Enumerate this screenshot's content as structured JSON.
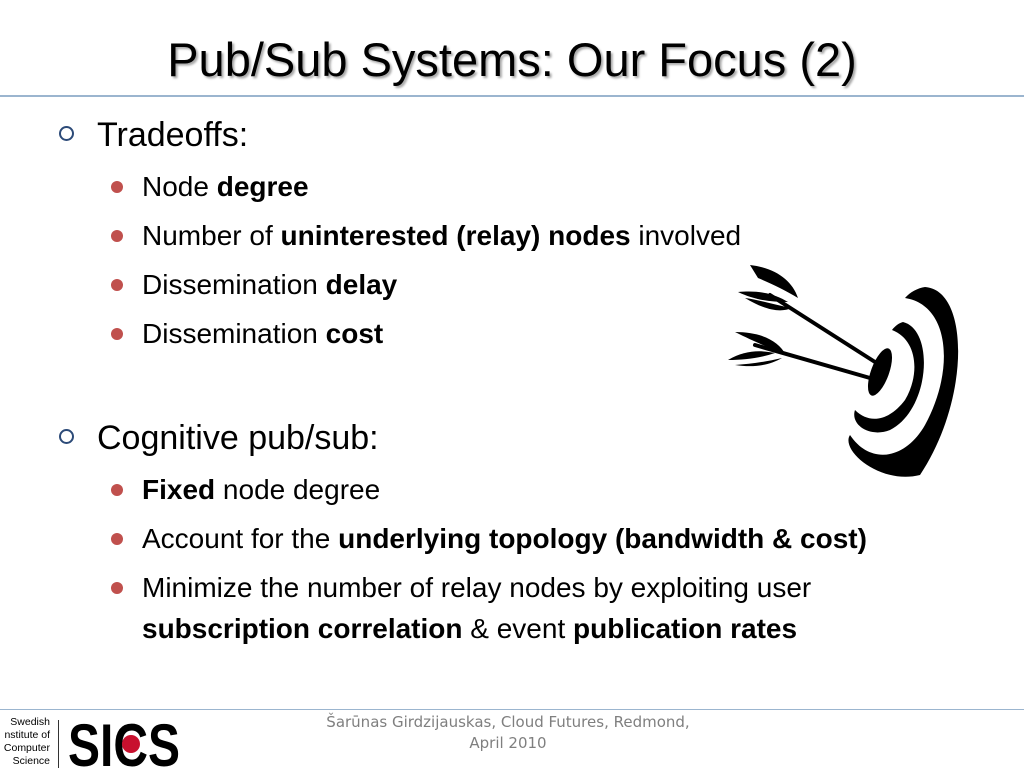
{
  "title": "Pub/Sub Systems: Our Focus (2)",
  "sections": [
    {
      "heading": "Tradeoffs:",
      "items": [
        [
          {
            "text": "Node ",
            "bold": false
          },
          {
            "text": "degree",
            "bold": true
          }
        ],
        [
          {
            "text": "Number of ",
            "bold": false
          },
          {
            "text": "uninterested (relay) nodes",
            "bold": true
          },
          {
            "text": " involved",
            "bold": false
          }
        ],
        [
          {
            "text": "Dissemination ",
            "bold": false
          },
          {
            "text": "delay",
            "bold": true
          }
        ],
        [
          {
            "text": "Dissemination ",
            "bold": false
          },
          {
            "text": "cost",
            "bold": true
          }
        ]
      ]
    },
    {
      "heading": "Cognitive pub/sub:",
      "items": [
        [
          {
            "text": "Fixed",
            "bold": true
          },
          {
            "text": " node degree",
            "bold": false
          }
        ],
        [
          {
            "text": "Account for the ",
            "bold": false
          },
          {
            "text": "underlying topology (bandwidth & cost)",
            "bold": true
          }
        ],
        [
          {
            "text": "Minimize the number of relay nodes by exploiting user ",
            "bold": false
          },
          {
            "text": "subscription correlation",
            "bold": true
          },
          {
            "text": " & event ",
            "bold": false
          },
          {
            "text": "publication rates",
            "bold": true
          }
        ]
      ]
    }
  ],
  "footer": {
    "line1": "Šarūnas Girdzijauskas, Cloud Futures, Redmond,",
    "line2": "April 2010"
  },
  "logo": {
    "caption": [
      "Swedish",
      "nstitute of",
      "Computer",
      "Science"
    ],
    "wordmark": "SICS",
    "dot_color": "#c8102e"
  },
  "colors": {
    "bullet_level2": "#c0504d",
    "bullet_level1": "#2c4a78",
    "rule": "#9bb5cf"
  },
  "icons": {
    "illustration": "darts-target-icon"
  }
}
